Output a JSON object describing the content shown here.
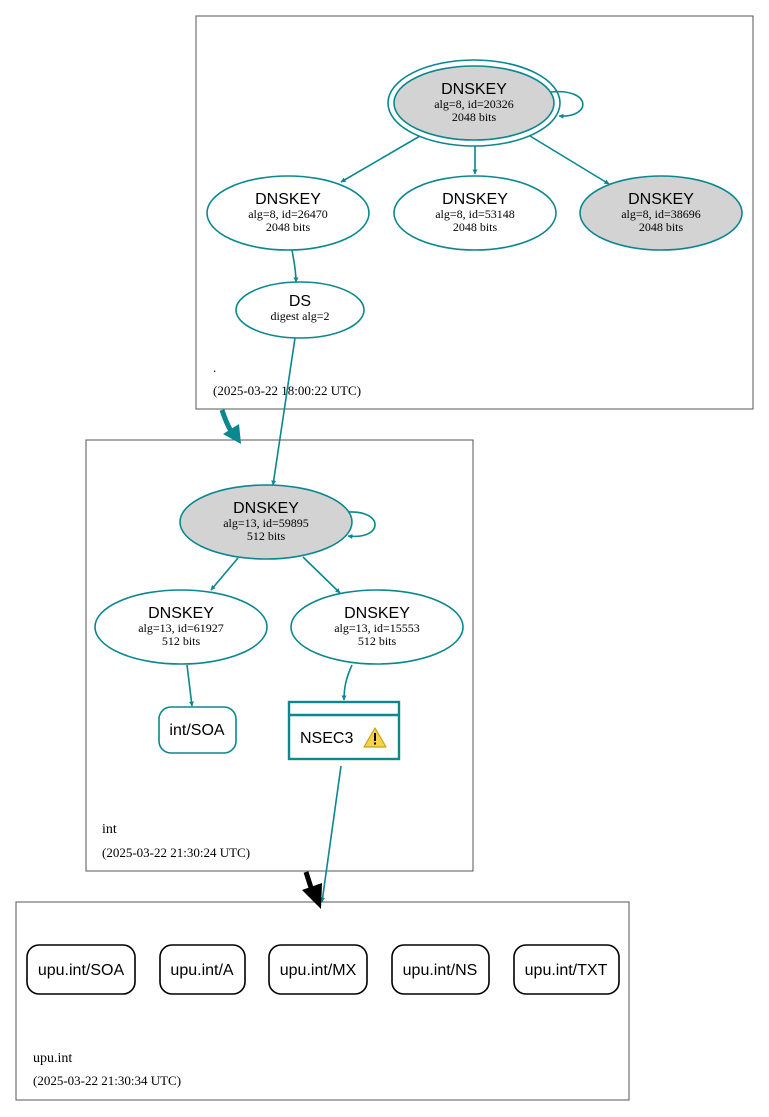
{
  "colors": {
    "teal": "#0a878f",
    "grey_fill": "#d3d3d3",
    "black": "#000000",
    "warning_fill": "#f5d34a"
  },
  "zones": {
    "root": {
      "name": ".",
      "timestamp": "(2025-03-22 18:00:22 UTC)"
    },
    "int": {
      "name": "int",
      "timestamp": "(2025-03-22 21:30:24 UTC)"
    },
    "upu": {
      "name": "upu.int",
      "timestamp": "(2025-03-22 21:30:34 UTC)"
    }
  },
  "nodes": {
    "root_ksk": {
      "title": "DNSKEY",
      "line1": "alg=8, id=20326",
      "line2": "2048 bits"
    },
    "root_zsk1": {
      "title": "DNSKEY",
      "line1": "alg=8, id=26470",
      "line2": "2048 bits"
    },
    "root_zsk2": {
      "title": "DNSKEY",
      "line1": "alg=8, id=53148",
      "line2": "2048 bits"
    },
    "root_zsk3": {
      "title": "DNSKEY",
      "line1": "alg=8, id=38696",
      "line2": "2048 bits"
    },
    "ds": {
      "title": "DS",
      "line1": "digest alg=2"
    },
    "int_ksk": {
      "title": "DNSKEY",
      "line1": "alg=13, id=59895",
      "line2": "512 bits"
    },
    "int_zsk1": {
      "title": "DNSKEY",
      "line1": "alg=13, id=61927",
      "line2": "512 bits"
    },
    "int_zsk2": {
      "title": "DNSKEY",
      "line1": "alg=13, id=15553",
      "line2": "512 bits"
    },
    "int_soa": {
      "label": "int/SOA"
    },
    "nsec3": {
      "label": "NSEC3"
    },
    "rr": [
      "upu.int/SOA",
      "upu.int/A",
      "upu.int/MX",
      "upu.int/NS",
      "upu.int/TXT"
    ]
  }
}
